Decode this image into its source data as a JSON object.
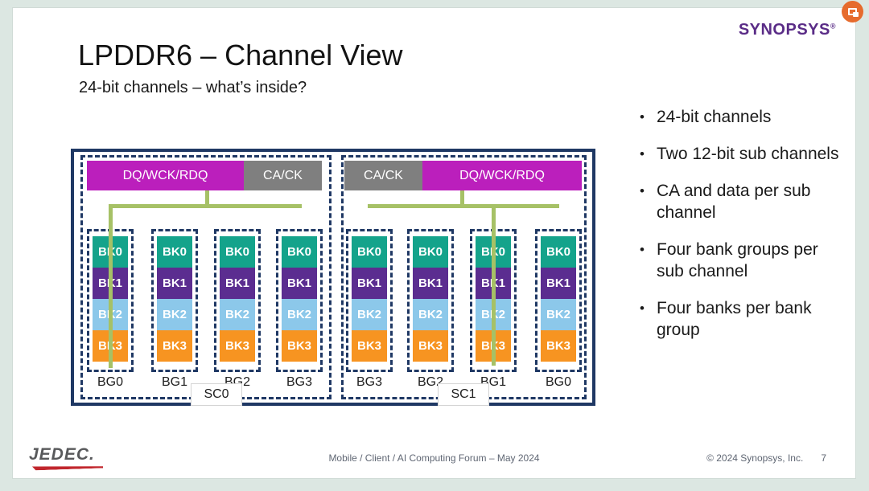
{
  "overlay": {
    "badge": {
      "icon": "picture-in-picture-icon",
      "color": "#e66b2d"
    }
  },
  "header": {
    "title": "LPDDR6 – Channel View",
    "subtitle": "24-bit channels – what’s inside?",
    "brand": "SYNOPSYS",
    "brand_registered": "®"
  },
  "bullets": [
    "24-bit channels",
    "Two 12-bit sub channels",
    "CA and data per sub channel",
    "Four bank groups per sub channel",
    "Four banks per bank group"
  ],
  "diagram": {
    "sub_channels": [
      {
        "label": "SC0",
        "data_block": "DQ/WCK/RDQ",
        "ca_block": "CA/CK",
        "bank_groups": [
          {
            "label": "BG0",
            "banks": [
              "BK0",
              "BK1",
              "BK2",
              "BK3"
            ]
          },
          {
            "label": "BG1",
            "banks": [
              "BK0",
              "BK1",
              "BK2",
              "BK3"
            ]
          },
          {
            "label": "BG2",
            "banks": [
              "BK0",
              "BK1",
              "BK2",
              "BK3"
            ]
          },
          {
            "label": "BG3",
            "banks": [
              "BK0",
              "BK1",
              "BK2",
              "BK3"
            ]
          }
        ]
      },
      {
        "label": "SC1",
        "ca_block": "CA/CK",
        "data_block": "DQ/WCK/RDQ",
        "bank_groups": [
          {
            "label": "BG3",
            "banks": [
              "BK0",
              "BK1",
              "BK2",
              "BK3"
            ]
          },
          {
            "label": "BG2",
            "banks": [
              "BK0",
              "BK1",
              "BK2",
              "BK3"
            ]
          },
          {
            "label": "BG1",
            "banks": [
              "BK0",
              "BK1",
              "BK2",
              "BK3"
            ]
          },
          {
            "label": "BG0",
            "banks": [
              "BK0",
              "BK1",
              "BK2",
              "BK3"
            ]
          }
        ]
      }
    ],
    "colors": {
      "dq_block": "#bb1fbc",
      "ca_block": "#7f7f7f",
      "bk0": "#14a38b",
      "bk1": "#5b2d90",
      "bk2": "#8cc8ea",
      "bk3": "#f79421",
      "outline": "#1f3864",
      "connector": "#a6c166"
    }
  },
  "footer": {
    "jedec_logo": "JEDEC.",
    "event": "Mobile / Client / AI Computing Forum – May 2024",
    "copyright": "© 2024 Synopsys, Inc.",
    "page_number": "7"
  }
}
